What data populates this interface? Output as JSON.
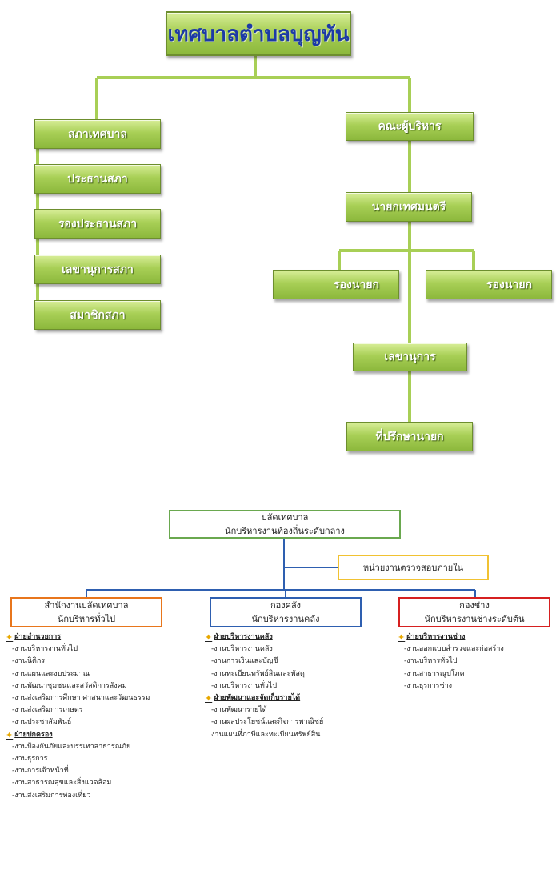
{
  "top_chart": {
    "title": "เทศบาลตำบลบุญทัน",
    "council": {
      "items": [
        "สภาเทศบาล",
        "ประธานสภา",
        "รองประธานสภา",
        "เลขานุการสภา",
        "สมาชิกสภา"
      ]
    },
    "executive": {
      "board": "คณะผู้บริหาร",
      "mayor": "นายกเทศมนตรี",
      "deputy_left": "รองนายก",
      "deputy_right": "รองนายก",
      "secretary": "เลขานุการ",
      "advisor": "ที่ปรึกษานายก"
    },
    "colors": {
      "box_fill": "#a8cf56",
      "connector": "#a8cf56",
      "title_text": "#1c3aa6"
    }
  },
  "admin_chart": {
    "head": {
      "line1": "ปลัดเทศบาล",
      "line2": "นักบริหารงานท้องถิ่นระดับกลาง"
    },
    "audit": "หน่วยงานตรวจสอบภายใน",
    "departments": [
      {
        "line1": "สำนักงานปลัดเทศบาล",
        "line2": "นักบริหารทั่วไป",
        "color": "#e8761c",
        "sections": [
          {
            "name": "ฝ่ายอำนวยการ",
            "items": [
              "-งานบริหารงานทั่วไป",
              "-งานนิติกร",
              "-งานแผนและงบประมาณ",
              "-งานพัฒนาชุมชนและสวัสดิการสังคม",
              "-งานส่งเสริมการศึกษา ศาสนาและวัฒนธรรม",
              "-งานส่งเสริมการเกษตร",
              "-งานประชาสัมพันธ์"
            ]
          },
          {
            "name": "ฝ่ายปกครอง",
            "items": [
              "-งานป้องกันภัยและบรรเทาสาธารณภัย",
              "-งานธุรการ",
              "-งานการเจ้าหน้าที่",
              "-งานสาธารณสุขและสิ่งแวดล้อม",
              "-งานส่งเสริมการท่องเที่ยว"
            ]
          }
        ]
      },
      {
        "line1": "กองคลัง",
        "line2": "นักบริหารงานคลัง",
        "color": "#2e5fb0",
        "sections": [
          {
            "name": "ฝ่ายบริหารงานคลัง",
            "items": [
              "-งานบริหารงานคลัง",
              "-งานการเงินและบัญชี",
              "-งานทะเบียนทรัพย์สินและพัสดุ",
              "-งานบริหารงานทั่วไป"
            ]
          },
          {
            "name": "ฝ่ายพัฒนาและจัดเก็บรายได้",
            "items": [
              "-งานพัฒนารายได้",
              "-งานผลประโยชน์และกิจการพาณิชย์",
              "งานแผนที่ภาษีและทะเบียนทรัพย์สิน"
            ]
          }
        ]
      },
      {
        "line1": "กองช่าง",
        "line2": "นักบริหารงานช่างระดับต้น",
        "color": "#d62020",
        "sections": [
          {
            "name": "ฝ่ายบริหารงานช่าง",
            "items": [
              "-งานออกแบบสำรวจและก่อสร้าง",
              "-งานบริหารทั่วไป",
              "-งานสาธารณูปโภค",
              "-งานธุรการช่าง"
            ]
          }
        ]
      }
    ],
    "colors": {
      "connector": "#2e5fb0",
      "head_border": "#6aa84f",
      "audit_border": "#f1c232"
    }
  }
}
